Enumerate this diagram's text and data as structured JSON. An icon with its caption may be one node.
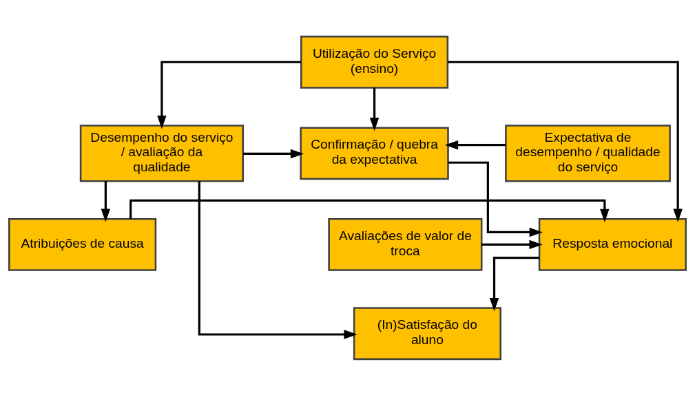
{
  "diagram": {
    "nodes": [
      {
        "text": [
          "Utilização do Serviço (ensino)"
        ]
      },
      {
        "text": [
          "Expectativa de desempenho / qualidade do serviço"
        ]
      },
      {
        "text": [
          "Confirmação / quebra da expectativa"
        ]
      },
      {
        "text": [
          "Desempenho do serviço / avaliação da qualidade"
        ]
      },
      {
        "text": [
          "Avaliações de valor de troca"
        ]
      },
      {
        "text": [
          "Resposta emocional"
        ]
      },
      {
        "text": [
          "Atribuições de causa"
        ]
      },
      {
        "text": [
          "(In)Satisfação do aluno"
        ]
      }
    ],
    "edges": [
      {
        "from": 0,
        "to": 2,
        "arrow": "to"
      },
      {
        "from": 0,
        "to": 3,
        "arrow": "to"
      },
      {
        "from": 0,
        "to": 5,
        "arrow": "to"
      },
      {
        "from": 1,
        "to": 2,
        "arrow": "to"
      },
      {
        "from": 3,
        "to": 2,
        "arrow": "to"
      },
      {
        "from": 2,
        "to": 5,
        "arrow": "to"
      },
      {
        "from": 3,
        "to": 6,
        "arrow": "to"
      },
      {
        "from": 3,
        "to": 7,
        "arrow": "to"
      },
      {
        "from": 4,
        "to": 5,
        "arrow": "to"
      },
      {
        "from": 6,
        "to": 5,
        "arrow": "to"
      },
      {
        "from": 5,
        "to": 7,
        "arrow": "to"
      }
    ]
  }
}
